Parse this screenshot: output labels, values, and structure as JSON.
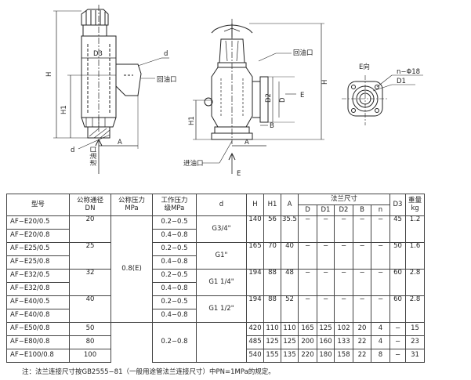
{
  "drawings": {
    "left": {
      "labels": {
        "H": "H",
        "H1": "H1",
        "D3": "D3",
        "d_top": "d",
        "return_port": "回油口",
        "d_bottom": "d",
        "A": "A",
        "inlet": "进油口"
      }
    },
    "middle": {
      "labels": {
        "return_port": "回油口",
        "H": "H",
        "H1": "H1",
        "D": "D",
        "D2": "D2",
        "E": "E",
        "B": "B",
        "A": "A",
        "inlet": "进油口",
        "E_arrow": "E"
      }
    },
    "right": {
      "labels": {
        "view": "E向",
        "holes": "n−Φ18",
        "D1": "D1"
      }
    }
  },
  "table": {
    "headers": {
      "model": "型号",
      "dn": "公称通径\nDN",
      "pn": "公称压力\nMPa",
      "work": "工作压力\n级MPa",
      "d": "d",
      "H": "H",
      "H1": "H1",
      "A": "A",
      "flange": "法兰尺寸",
      "flange_sub": [
        "D",
        "D1",
        "D2",
        "B",
        "n"
      ],
      "D3": "D3",
      "weight": "重量\nkg"
    },
    "rows": [
      {
        "model": "AF−E20/0.5",
        "work": "0.2−0.5"
      },
      {
        "model": "AF−E20/0.8",
        "work": "0.4−0.8"
      },
      {
        "model": "AF−E25/0.5",
        "work": "0.2−0.5"
      },
      {
        "model": "AF−E25/0.8",
        "work": "0.4−0.8"
      },
      {
        "model": "AF−E32/0.5",
        "work": "0.2−0.5"
      },
      {
        "model": "AF−E32/0.8",
        "work": "0.4−0.8"
      },
      {
        "model": "AF−E40/0.5",
        "work": "0.2−0.5"
      },
      {
        "model": "AF−E40/0.8",
        "work": "0.4−0.8"
      },
      {
        "model": "AF−E50/0.8",
        "H": "420",
        "H1": "110",
        "A": "110",
        "D": "165",
        "D1": "125",
        "D2": "102",
        "B": "20",
        "n": "4",
        "D3": "−",
        "weight": "15"
      },
      {
        "model": "AF−E80/0.8",
        "H": "485",
        "H1": "125",
        "A": "125",
        "D": "200",
        "D1": "160",
        "D2": "133",
        "B": "22",
        "n": "4",
        "D3": "−",
        "weight": "23"
      },
      {
        "model": "AF−E100/0.8",
        "H": "540",
        "H1": "155",
        "A": "135",
        "D": "220",
        "D1": "180",
        "D2": "158",
        "B": "22",
        "n": "8",
        "D3": "−",
        "weight": "31"
      }
    ],
    "groups": [
      {
        "dn": "20",
        "d": "G3/4\"",
        "H": "140",
        "H1": "56",
        "A": "35.5",
        "D": "−",
        "D1": "−",
        "D2": "−",
        "B": "−",
        "n": "−",
        "D3": "45",
        "weight": "1.2"
      },
      {
        "dn": "25",
        "d": "G1\"",
        "H": "165",
        "H1": "70",
        "A": "40",
        "D": "−",
        "D1": "−",
        "D2": "−",
        "B": "−",
        "n": "−",
        "D3": "50",
        "weight": "1.6"
      },
      {
        "dn": "32",
        "d": "G1 1/4\"",
        "H": "194",
        "H1": "88",
        "A": "48",
        "D": "−",
        "D1": "−",
        "D2": "−",
        "B": "−",
        "n": "−",
        "D3": "60",
        "weight": "2.8"
      },
      {
        "dn": "40",
        "d": "G1 1/2\"",
        "H": "194",
        "H1": "88",
        "A": "52",
        "D": "−",
        "D1": "−",
        "D2": "−",
        "B": "−",
        "n": "−",
        "D3": "60",
        "weight": "2.8"
      }
    ],
    "large_rows_dn": [
      "50",
      "80",
      "100"
    ],
    "pn_shared": "0.8(E)",
    "work_large": "0.2−0.8"
  },
  "note": "注：法兰连接尺寸按GB2555−81（一般用途管法兰连接尺寸）中PN=1MPa的规定。"
}
